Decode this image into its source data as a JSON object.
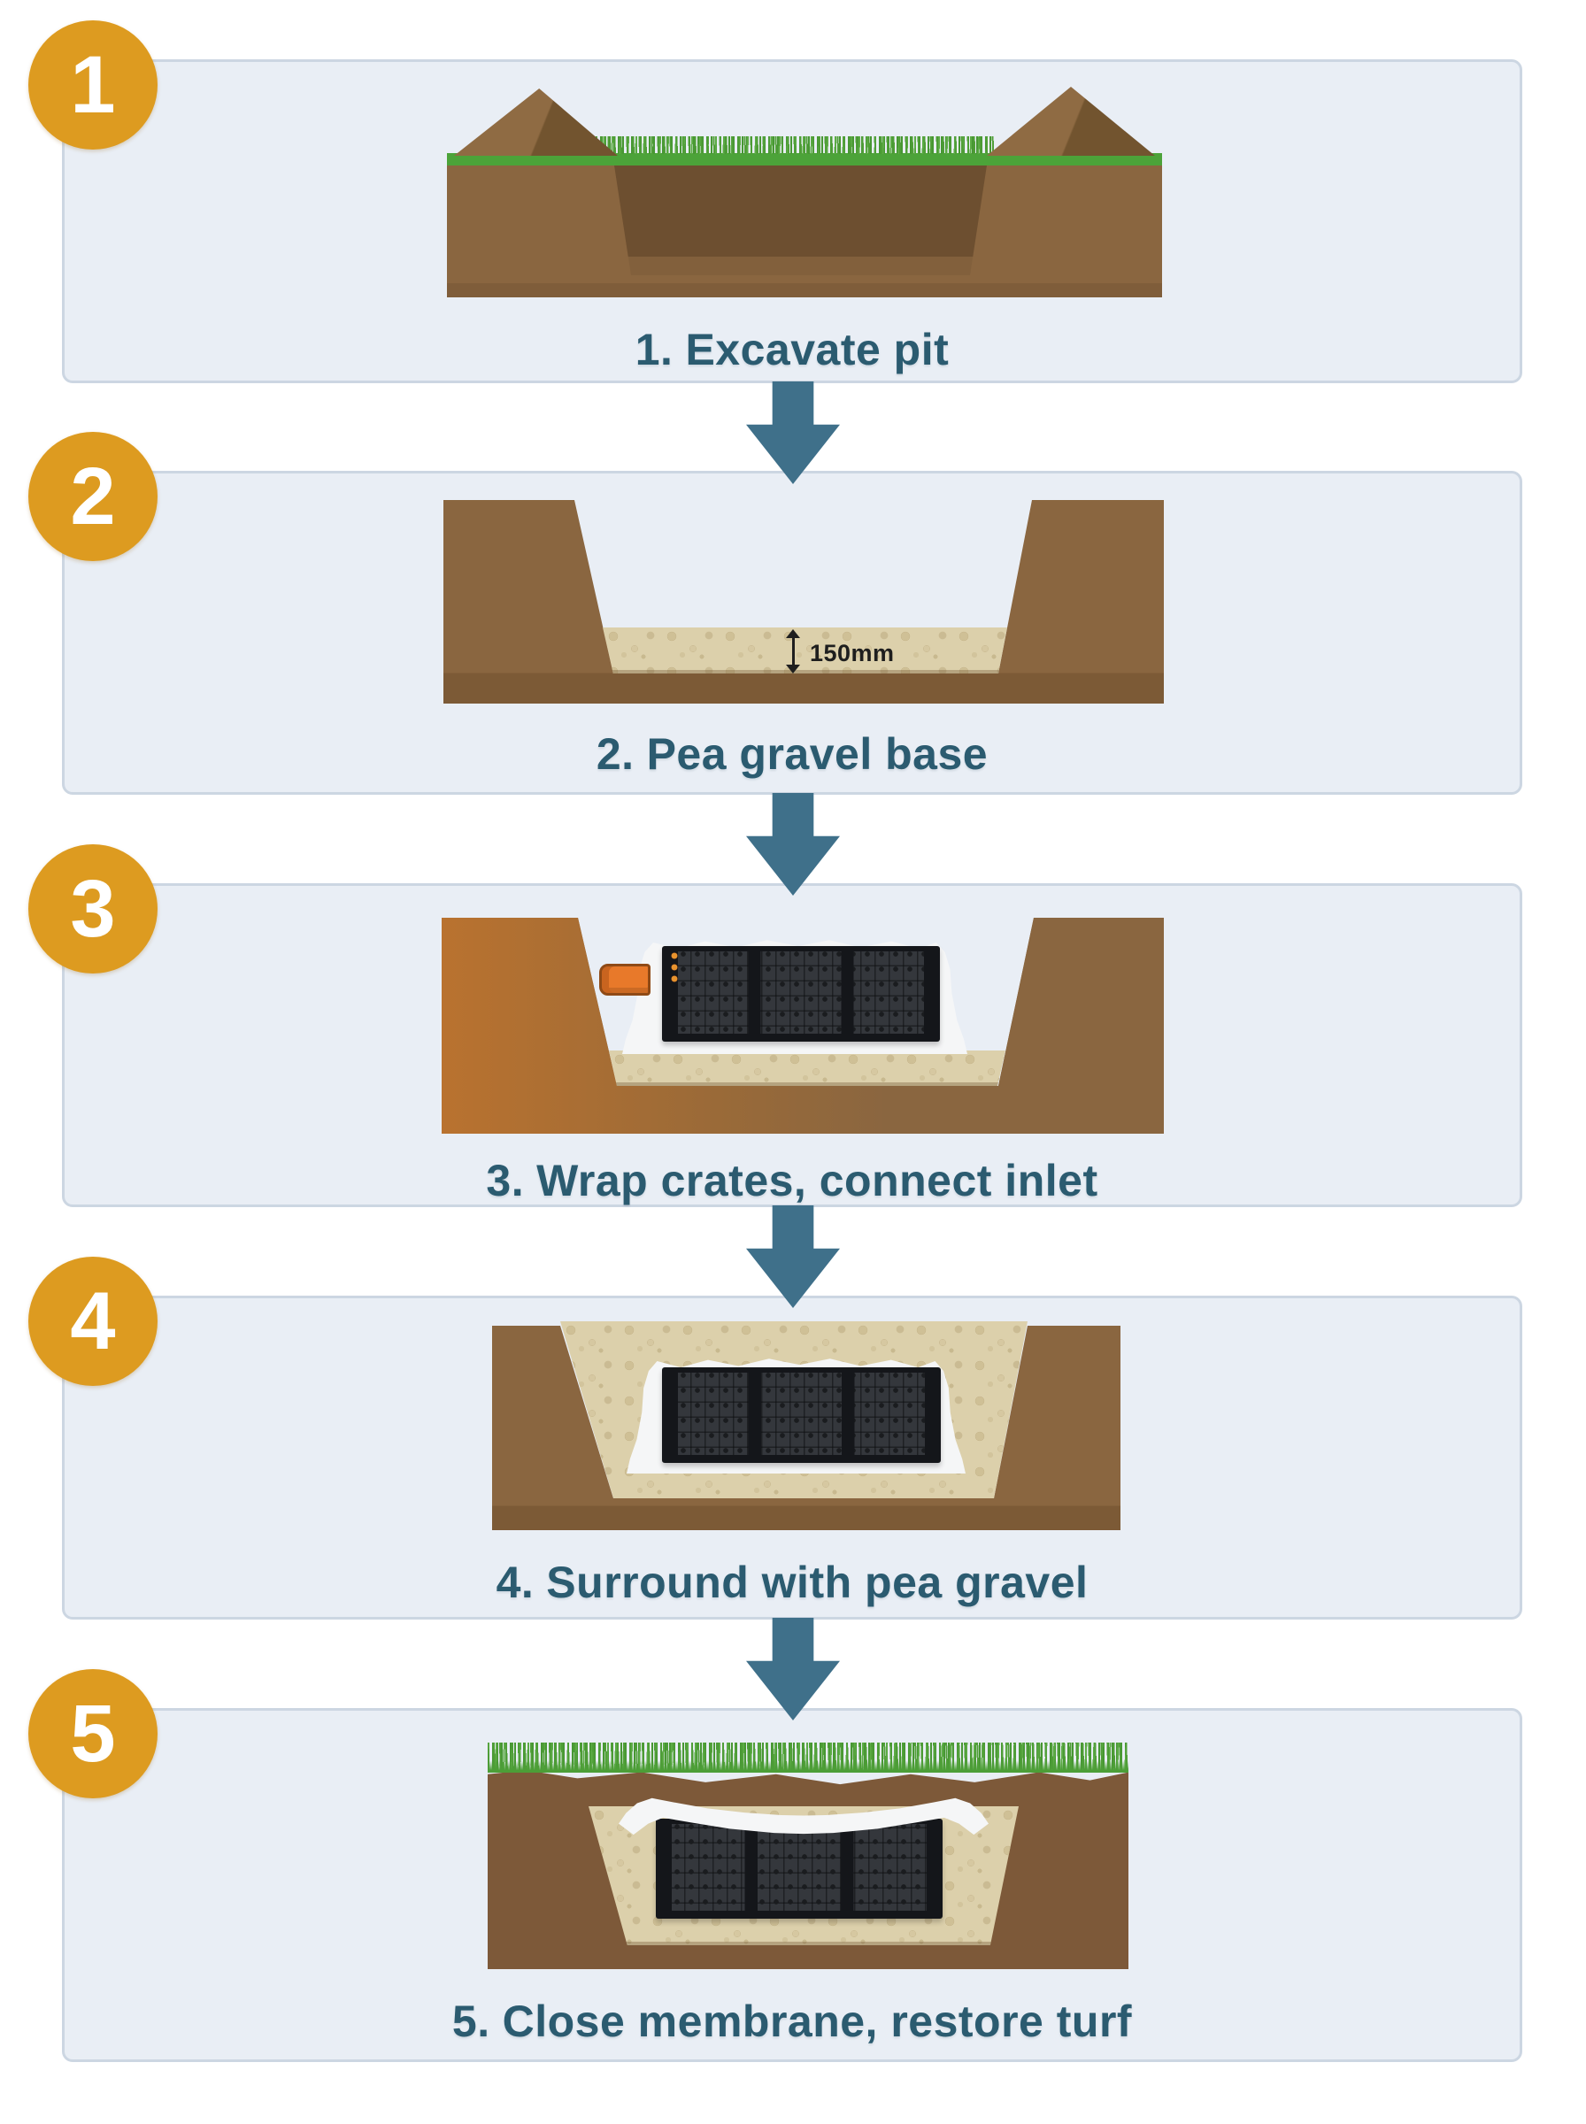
{
  "steps": [
    {
      "badge": "1",
      "caption_prefix": "1.",
      "caption": "Excavate pit"
    },
    {
      "badge": "2",
      "caption_prefix": "2.",
      "caption": "Pea gravel base",
      "depth_label": "150mm"
    },
    {
      "badge": "3",
      "caption_prefix": "3.",
      "caption": "Wrap crates, connect inlet"
    },
    {
      "badge": "4",
      "caption_prefix": "4.",
      "caption": "Surround with pea gravel"
    },
    {
      "badge": "5",
      "caption_prefix": "5.",
      "caption": "Close membrane, restore turf"
    }
  ],
  "colors": {
    "page_background": "#ffffff",
    "panel_background": "#e9eef5",
    "panel_border": "#ccd6e2",
    "badge": "#dd9b20",
    "badge_text": "#ffffff",
    "flow_arrow": "#3f708a",
    "caption_text": "#2b5b70",
    "soil": "#8a6640",
    "pit_soil_dark": "#6d4f30",
    "grass": "#4ca339",
    "pea_gravel": "#dcd0ab",
    "membrane": "#f5f6f7",
    "crate": "#34373c",
    "inlet_pipe": "#e8792a",
    "dimension_text": "#1e1e1e"
  }
}
